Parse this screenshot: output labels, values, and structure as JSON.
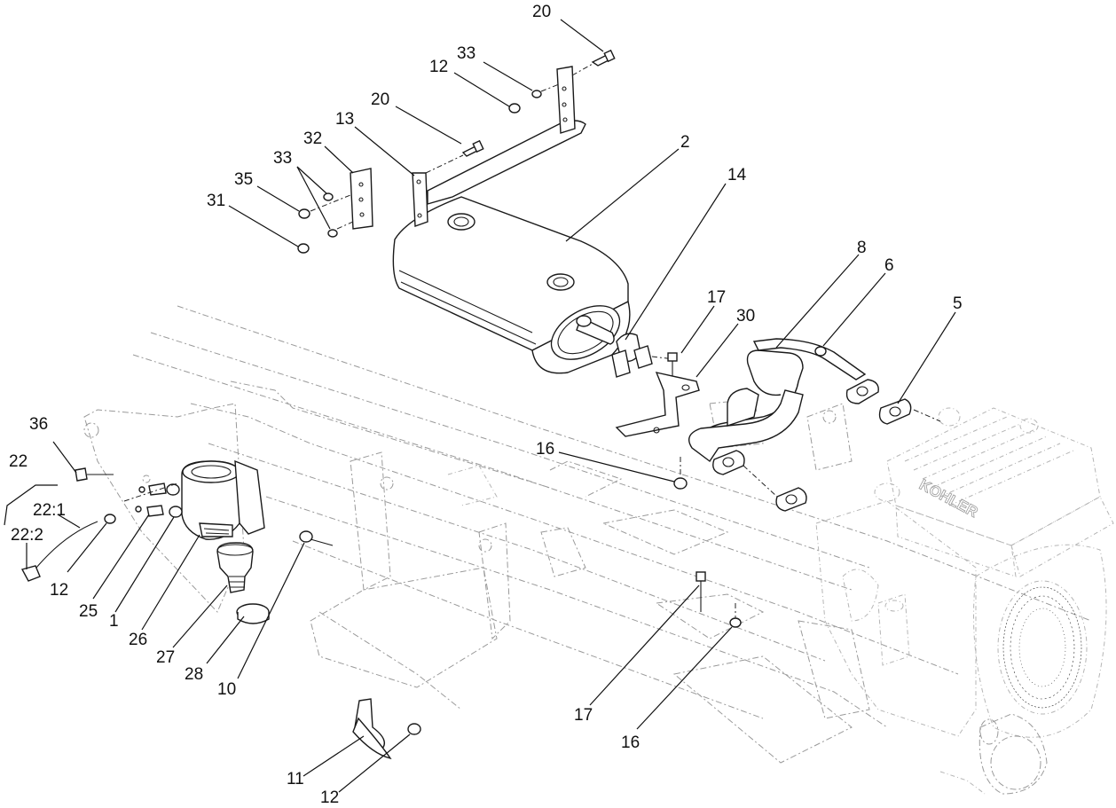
{
  "callouts": [
    {
      "id": "c20a",
      "text": "20"
    },
    {
      "id": "c33a",
      "text": "33"
    },
    {
      "id": "c12a",
      "text": "12"
    },
    {
      "id": "c20b",
      "text": "20"
    },
    {
      "id": "c13",
      "text": "13"
    },
    {
      "id": "c32",
      "text": "32"
    },
    {
      "id": "c33b",
      "text": "33"
    },
    {
      "id": "c35",
      "text": "35"
    },
    {
      "id": "c31",
      "text": "31"
    },
    {
      "id": "c2",
      "text": "2"
    },
    {
      "id": "c14",
      "text": "14"
    },
    {
      "id": "c8",
      "text": "8"
    },
    {
      "id": "c6",
      "text": "6"
    },
    {
      "id": "c5",
      "text": "5"
    },
    {
      "id": "c17a",
      "text": "17"
    },
    {
      "id": "c30",
      "text": "30"
    },
    {
      "id": "c16a",
      "text": "16"
    },
    {
      "id": "c36",
      "text": "36"
    },
    {
      "id": "c22",
      "text": "22"
    },
    {
      "id": "c22_1",
      "text": "22:1"
    },
    {
      "id": "c22_2",
      "text": "22:2"
    },
    {
      "id": "c12b",
      "text": "12"
    },
    {
      "id": "c25",
      "text": "25"
    },
    {
      "id": "c1",
      "text": "1"
    },
    {
      "id": "c26",
      "text": "26"
    },
    {
      "id": "c27",
      "text": "27"
    },
    {
      "id": "c28",
      "text": "28"
    },
    {
      "id": "c10",
      "text": "10"
    },
    {
      "id": "c11",
      "text": "11"
    },
    {
      "id": "c12c",
      "text": "12"
    },
    {
      "id": "c17b",
      "text": "17"
    },
    {
      "id": "c16b",
      "text": "16"
    }
  ],
  "engine_brand": "KOHLER"
}
